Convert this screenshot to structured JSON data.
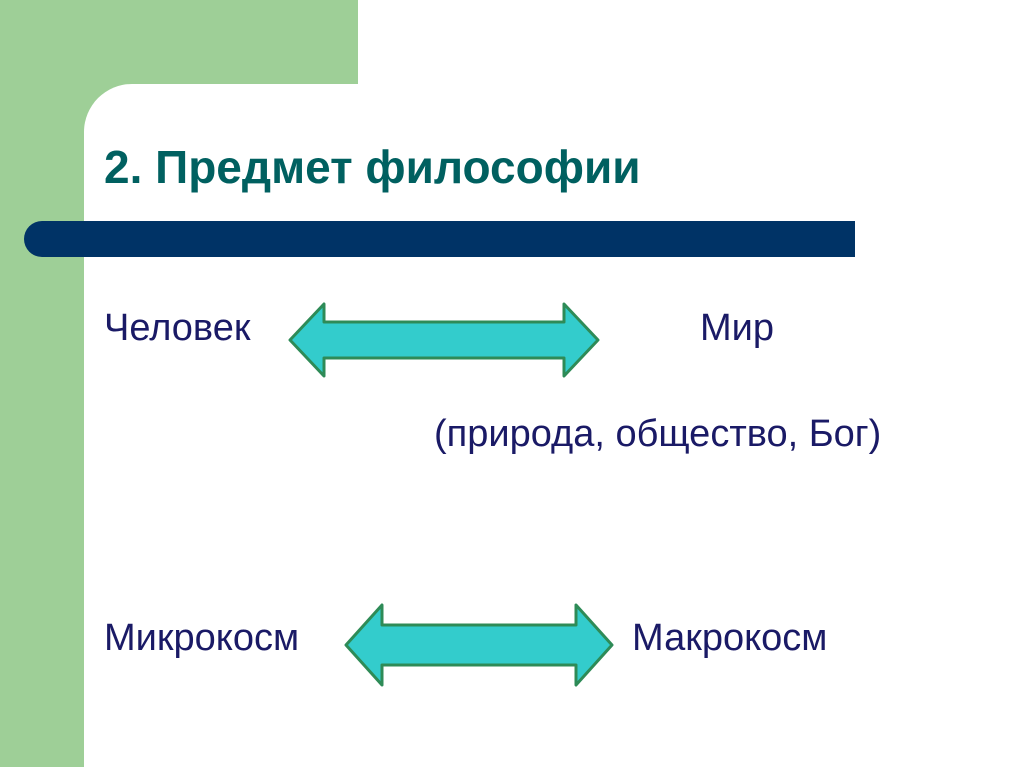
{
  "slide": {
    "title": "2. Предмет философии",
    "row1": {
      "left": "Человек",
      "right": "Мир",
      "subtitle": "(природа, общество, Бог)"
    },
    "row2": {
      "left": "Микрокосм",
      "right": "Макрокосм"
    },
    "colors": {
      "accent_green": "#9ecf97",
      "title_teal": "#006060",
      "bar_navy": "#003366",
      "text_navy": "#1a1a66",
      "arrow_fill": "#33cccc",
      "arrow_stroke": "#2e8b57"
    },
    "icons": [
      "double-arrow-icon",
      "double-arrow-icon"
    ]
  }
}
